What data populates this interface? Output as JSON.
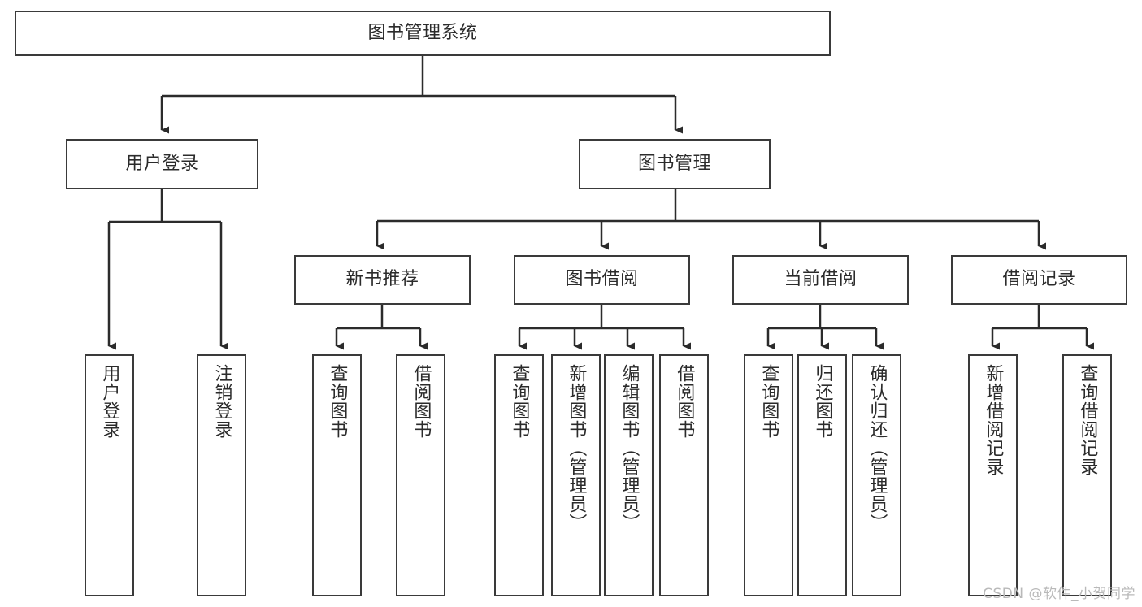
{
  "diagram": {
    "type": "hierarchy-tree",
    "title": "图书管理系统",
    "root": {
      "label": "图书管理系统"
    },
    "level1": [
      {
        "label": "用户登录"
      },
      {
        "label": "图书管理"
      }
    ],
    "level2": [
      {
        "label": "新书推荐"
      },
      {
        "label": "图书借阅"
      },
      {
        "label": "当前借阅"
      },
      {
        "label": "借阅记录"
      }
    ],
    "leaves": {
      "user_login": [
        {
          "label": "用户登录"
        },
        {
          "label": "注销登录"
        }
      ],
      "new_book_recommend": [
        {
          "label": "查询图书"
        },
        {
          "label": "借阅图书"
        }
      ],
      "book_borrow": [
        {
          "label": "查询图书"
        },
        {
          "label": "新增图书（管理员）"
        },
        {
          "label": "编辑图书（管理员）"
        },
        {
          "label": "借阅图书"
        }
      ],
      "current_borrow": [
        {
          "label": "查询图书"
        },
        {
          "label": "归还图书"
        },
        {
          "label": "确认归还（管理员）"
        }
      ],
      "borrow_record": [
        {
          "label": "新增借阅记录"
        },
        {
          "label": "查询借阅记录"
        }
      ]
    }
  },
  "watermark": {
    "text": "CSDN @软件_小贺同学"
  },
  "colors": {
    "box_border": "#3a3a3a",
    "connector": "#2b2b2b",
    "text": "#2b2b2b",
    "background": "#ffffff",
    "watermark": "#b9b9b9"
  }
}
